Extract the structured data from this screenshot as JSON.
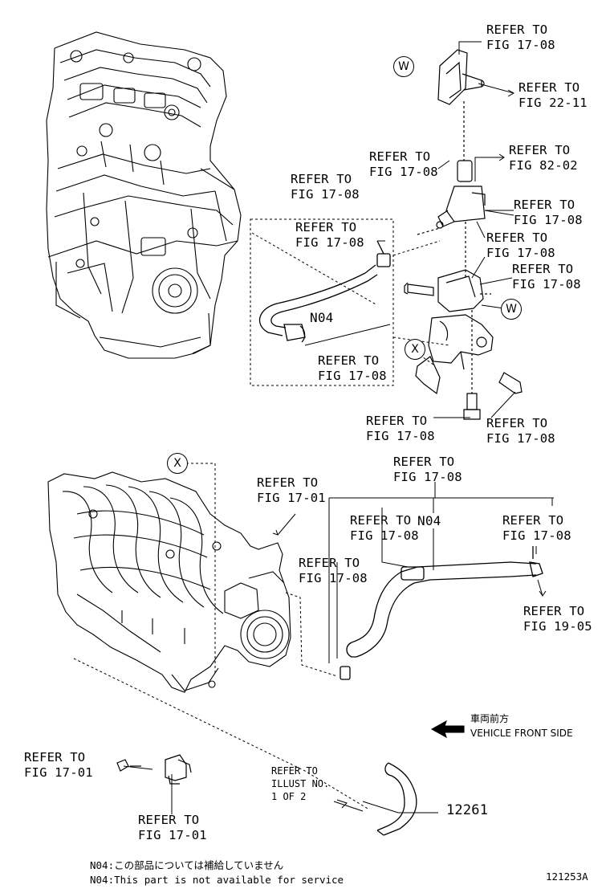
{
  "callouts": [
    {
      "line1": "REFER TO",
      "line2": "FIG 17-08"
    },
    {
      "line1": "REFER TO",
      "line2": "FIG 22-11"
    },
    {
      "line1": "REFER TO",
      "line2": "FIG 17-08"
    },
    {
      "line1": "REFER TO",
      "line2": "FIG 82-02"
    },
    {
      "line1": "REFER TO",
      "line2": "FIG 17-08"
    },
    {
      "line1": "REFER TO",
      "line2": "FIG 17-08"
    },
    {
      "line1": "REFER TO",
      "line2": "FIG 17-08"
    },
    {
      "line1": "REFER TO",
      "line2": "FIG 17-08"
    },
    {
      "line1": "REFER TO",
      "line2": "FIG 17-08"
    },
    {
      "line1": "REFER TO",
      "line2": "FIG 17-08"
    },
    {
      "line1": "REFER TO",
      "line2": "FIG 17-08"
    },
    {
      "line1": "REFER TO",
      "line2": "FIG 17-08"
    },
    {
      "line1": "REFER TO",
      "line2": "FIG 17-08"
    },
    {
      "line1": "REFER TO",
      "line2": "FIG 17-01"
    },
    {
      "line1": "REFER TO",
      "line2": "FIG 17-08"
    },
    {
      "line1": "REFER TO",
      "line2": "FIG 17-08"
    },
    {
      "line1": "REFER TO",
      "line2": "FIG 17-08"
    },
    {
      "line1": "REFER TO",
      "line2": "FIG 19-05"
    },
    {
      "line1": "REFER TO",
      "line2": "FIG 17-01"
    },
    {
      "line1": "REFER TO",
      "line2": "FIG 17-01"
    }
  ],
  "part_labels": {
    "n04_upper": "N04",
    "n04_lower": "N04",
    "part_12261": "12261"
  },
  "markers": {
    "w": "W",
    "x": "X"
  },
  "illust_ref": {
    "line1": "REFER TO",
    "line2": "ILLUST NO.",
    "line3": "1 OF 2"
  },
  "direction": {
    "jp": "車両前方",
    "en": "VEHICLE FRONT SIDE"
  },
  "notes": {
    "jp": "N04:この部品については補給していません",
    "en": "N04:This part is not available for service"
  },
  "diagram_id": "121253A"
}
